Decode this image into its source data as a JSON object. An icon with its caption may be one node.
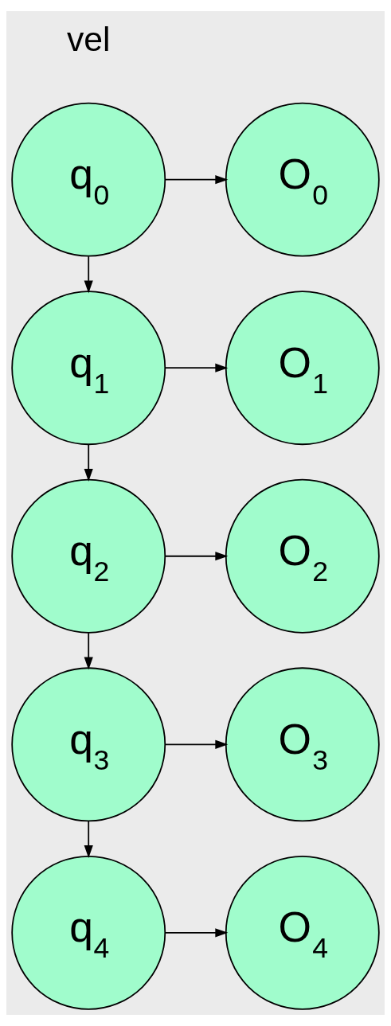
{
  "diagram": {
    "nodes": [
      {
        "text": [
          "q$_{0}$"
        ]
      },
      {
        "text": [
          "O$_{0}$"
        ]
      },
      {
        "text": [
          "q$_{1}$"
        ]
      },
      {
        "text": [
          "O$_{1}$"
        ]
      },
      {
        "text": [
          "q$_{2}$"
        ]
      },
      {
        "text": [
          "O$_{2}$"
        ]
      },
      {
        "text": [
          "q$_{3}$"
        ]
      },
      {
        "text": [
          "O$_{3}$"
        ]
      },
      {
        "text": [
          "q$_{4}$"
        ]
      },
      {
        "text": [
          "O$_{4}$"
        ]
      }
    ],
    "edges": [
      {
        "from": 0,
        "to": 1,
        "arrow": "to"
      },
      {
        "from": 0,
        "to": 2,
        "arrow": "to"
      },
      {
        "from": 2,
        "to": 3,
        "arrow": "to"
      },
      {
        "from": 2,
        "to": 4,
        "arrow": "to"
      },
      {
        "from": 4,
        "to": 5,
        "arrow": "to"
      },
      {
        "from": 4,
        "to": 6,
        "arrow": "to"
      },
      {
        "from": 6,
        "to": 7,
        "arrow": "to"
      },
      {
        "from": 6,
        "to": 8,
        "arrow": "to"
      },
      {
        "from": 8,
        "to": 9,
        "arrow": "to"
      }
    ],
    "labels": [
      "vel"
    ]
  }
}
